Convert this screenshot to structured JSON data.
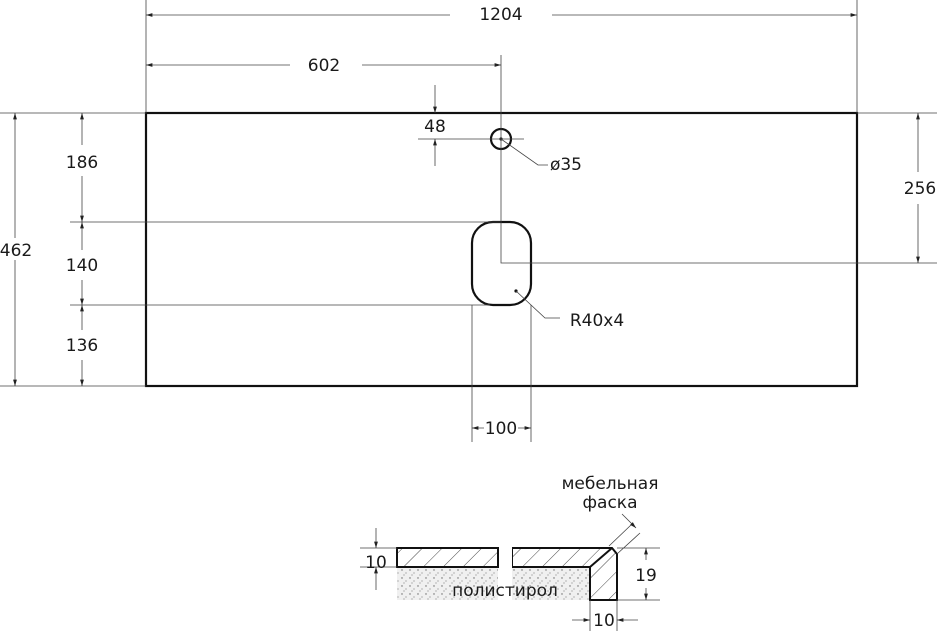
{
  "dimensions": {
    "overall_width": "1204",
    "half_width": "602",
    "hole_offset": "48",
    "hole_diameter": "ø35",
    "overall_depth": "462",
    "top_to_slot": "186",
    "slot_height": "140",
    "slot_to_bottom": "136",
    "right_offset": "256",
    "slot_width": "100",
    "slot_radius": "R40x4"
  },
  "section": {
    "label_chamfer_line1": "мебельная",
    "label_chamfer_line2": "фаска",
    "label_core": "полистирол",
    "top_thickness": "10",
    "total_thickness": "19",
    "edge_thickness": "10"
  },
  "colors": {
    "line": "#111111",
    "foam": "#e6e6e6"
  }
}
